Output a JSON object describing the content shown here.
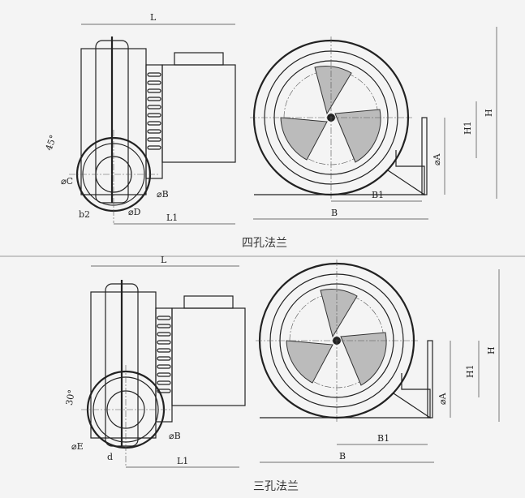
{
  "top_panel": {
    "caption": "四孔法兰",
    "side_view": {
      "L": "L",
      "angle": "45°",
      "C": "⌀C",
      "b2": "b2",
      "D": "⌀D",
      "B": "⌀B",
      "L1": "L1"
    },
    "front_view": {
      "B": "B",
      "B1": "B1",
      "H": "H",
      "H1": "H1",
      "A": "⌀A"
    }
  },
  "bottom_panel": {
    "caption": "三孔法兰",
    "side_view": {
      "L": "L",
      "angle": "30°",
      "E": "⌀E",
      "d": "d",
      "B": "⌀B",
      "L1": "L1"
    },
    "front_view": {
      "B": "B",
      "B1": "B1",
      "H": "H",
      "H1": "H1",
      "A": "⌀A"
    }
  }
}
